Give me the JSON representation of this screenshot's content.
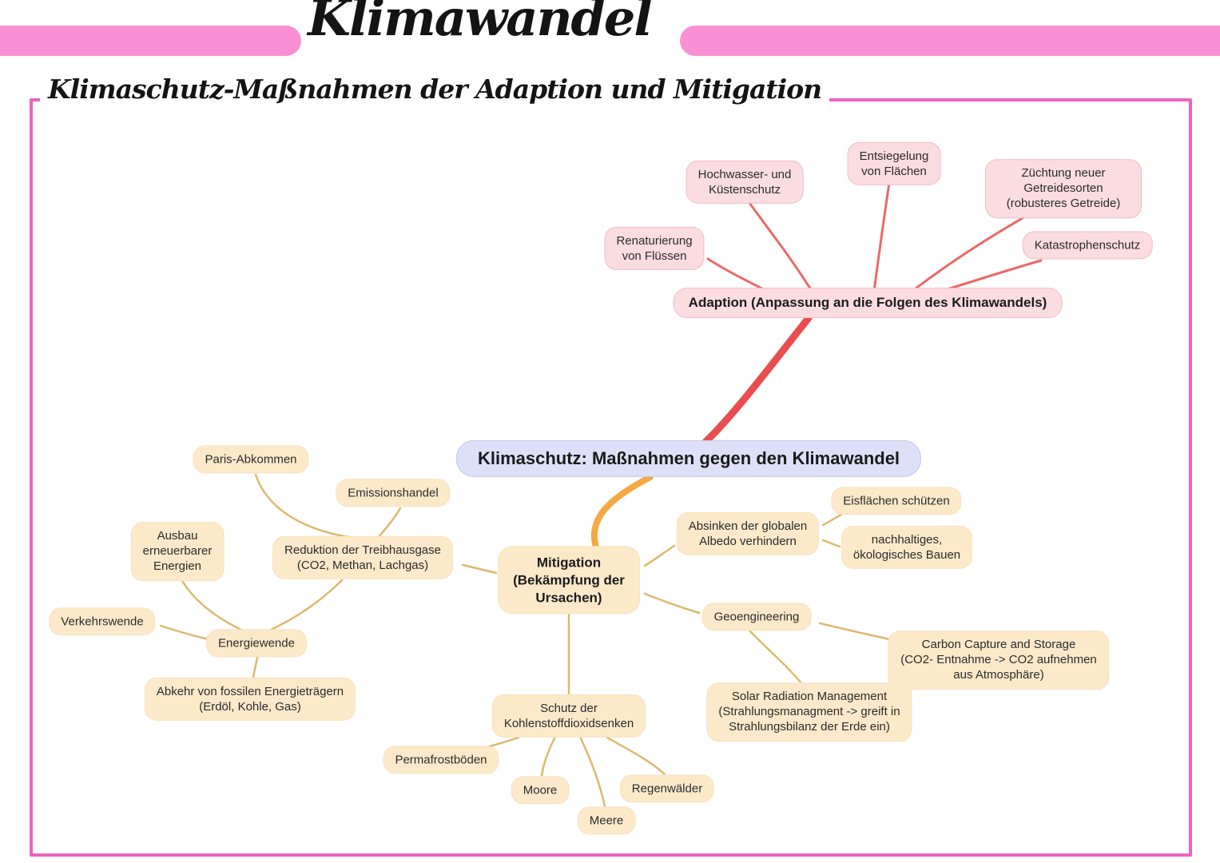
{
  "page": {
    "title": "Klimawandel",
    "subtitle": "Klimaschutz-Maßnahmen der Adaption und Mitigation"
  },
  "colors": {
    "banner_pink": "#fa90d4",
    "frame_pink": "#ef62be",
    "red_branch": "#ea4d4d",
    "orange_branch": "#f5a843",
    "tan_connector": "#dcb96f",
    "pink_node_fill": "#fbdce0",
    "pink_node_border": "#f3bcc5",
    "cream_node_fill": "#fce9ca",
    "cream_node_border": "#f9e2bd",
    "lavender_node_fill": "#dde0f8",
    "lavender_node_border": "#c3c8ee"
  },
  "mindmap": {
    "nodes": {
      "root": {
        "label": "Klimaschutz: Maßnahmen gegen den Klimawandel"
      },
      "adaption": {
        "label": "Adaption (Anpassung an die Folgen des Klimawandels)"
      },
      "renaturierung": {
        "label": "Renaturierung\nvon Flüssen"
      },
      "hochwasser": {
        "label": "Hochwasser- und\nKüstenschutz"
      },
      "entsiegelung": {
        "label": "Entsiegelung\nvon Flächen"
      },
      "zuechtung": {
        "label": "Züchtung neuer Getreidesorten\n(robusteres Getreide)"
      },
      "katastrophenschutz": {
        "label": "Katastrophenschutz"
      },
      "mitigation": {
        "label": "Mitigation\n(Bekämpfung der\nUrsachen)"
      },
      "paris": {
        "label": "Paris-Abkommen"
      },
      "emissionshandel": {
        "label": "Emissionshandel"
      },
      "ausbau": {
        "label": "Ausbau\nerneuerbarer\nEnergien"
      },
      "reduktion": {
        "label": "Reduktion der Treibhausgase\n(CO2, Methan, Lachgas)"
      },
      "absinken": {
        "label": "Absinken der globalen\nAlbedo verhindern"
      },
      "eisflaechen": {
        "label": "Eisflächen schützen"
      },
      "nachhaltiges": {
        "label": "nachhaltiges,\nökologisches Bauen"
      },
      "verkehrswende": {
        "label": "Verkehrswende"
      },
      "energiewende": {
        "label": "Energiewende"
      },
      "abkehr": {
        "label": "Abkehr von fossilen Energieträgern\n(Erdöl, Kohle, Gas)"
      },
      "geoengineering": {
        "label": "Geoengineering"
      },
      "ccs": {
        "label": "Carbon Capture and Storage\n(CO2- Entnahme -> CO2 aufnehmen aus Atmosphäre)"
      },
      "srm": {
        "label": "Solar Radiation Management\n(Strahlungsmanagment -> greift in\nStrahlungsbilanz der Erde ein)"
      },
      "schutz": {
        "label": "Schutz der\nKohlenstoffdioxidsenken"
      },
      "permafrost": {
        "label": "Permafrostböden"
      },
      "moore": {
        "label": "Moore"
      },
      "meere": {
        "label": "Meere"
      },
      "regenwaelder": {
        "label": "Regenwälder"
      }
    },
    "edges": [
      {
        "from": "root",
        "to": "adaption",
        "color": "red"
      },
      {
        "from": "adaption",
        "to": "renaturierung",
        "color": "red"
      },
      {
        "from": "adaption",
        "to": "hochwasser",
        "color": "red"
      },
      {
        "from": "adaption",
        "to": "entsiegelung",
        "color": "red"
      },
      {
        "from": "adaption",
        "to": "zuechtung",
        "color": "red"
      },
      {
        "from": "adaption",
        "to": "katastrophenschutz",
        "color": "red"
      },
      {
        "from": "root",
        "to": "mitigation",
        "color": "orange"
      },
      {
        "from": "mitigation",
        "to": "reduktion",
        "color": "tan"
      },
      {
        "from": "reduktion",
        "to": "paris",
        "color": "tan"
      },
      {
        "from": "reduktion",
        "to": "emissionshandel",
        "color": "tan"
      },
      {
        "from": "reduktion",
        "to": "energiewende",
        "color": "tan"
      },
      {
        "from": "ausbau",
        "to": "energiewende",
        "color": "tan"
      },
      {
        "from": "verkehrswende",
        "to": "energiewende",
        "color": "tan"
      },
      {
        "from": "energiewende",
        "to": "abkehr",
        "color": "tan"
      },
      {
        "from": "mitigation",
        "to": "absinken",
        "color": "tan"
      },
      {
        "from": "absinken",
        "to": "eisflaechen",
        "color": "tan"
      },
      {
        "from": "absinken",
        "to": "nachhaltiges",
        "color": "tan"
      },
      {
        "from": "mitigation",
        "to": "geoengineering",
        "color": "tan"
      },
      {
        "from": "geoengineering",
        "to": "ccs",
        "color": "tan"
      },
      {
        "from": "geoengineering",
        "to": "srm",
        "color": "tan"
      },
      {
        "from": "mitigation",
        "to": "schutz",
        "color": "tan"
      },
      {
        "from": "schutz",
        "to": "permafrost",
        "color": "tan"
      },
      {
        "from": "schutz",
        "to": "moore",
        "color": "tan"
      },
      {
        "from": "schutz",
        "to": "meere",
        "color": "tan"
      },
      {
        "from": "schutz",
        "to": "regenwaelder",
        "color": "tan"
      }
    ]
  }
}
